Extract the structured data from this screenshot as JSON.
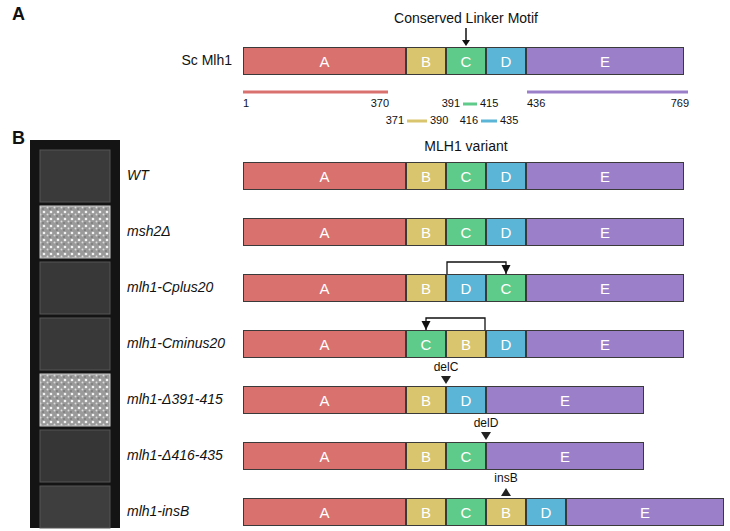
{
  "diagram": {
    "nodes": [
      {
        "text": [
          "A"
        ]
      },
      {
        "text": [
          "B"
        ]
      },
      {
        "text": [
          "C"
        ]
      },
      {
        "text": [
          "D"
        ]
      },
      {
        "text": [
          "E"
        ]
      },
      {
        "text": [
          "A"
        ]
      },
      {
        "text": [
          "B"
        ]
      },
      {
        "text": [
          "C"
        ]
      },
      {
        "text": [
          "D"
        ]
      },
      {
        "text": [
          "E"
        ]
      },
      {
        "text": [
          "A"
        ]
      },
      {
        "text": [
          "B"
        ]
      },
      {
        "text": [
          "C"
        ]
      },
      {
        "text": [
          "D"
        ]
      },
      {
        "text": [
          "E"
        ]
      },
      {
        "text": [
          "A"
        ]
      },
      {
        "text": [
          "B"
        ]
      },
      {
        "text": [
          "D"
        ]
      },
      {
        "text": [
          "C"
        ]
      },
      {
        "text": [
          "E"
        ]
      },
      {
        "text": [
          "A"
        ]
      },
      {
        "text": [
          "C"
        ]
      },
      {
        "text": [
          "B"
        ]
      },
      {
        "text": [
          "D"
        ]
      },
      {
        "text": [
          "E"
        ]
      },
      {
        "text": [
          "A"
        ]
      },
      {
        "text": [
          "B"
        ]
      },
      {
        "text": [
          "D"
        ]
      },
      {
        "text": [
          "E"
        ]
      },
      {
        "text": [
          "A"
        ]
      },
      {
        "text": [
          "B"
        ]
      },
      {
        "text": [
          "C"
        ]
      },
      {
        "text": [
          "E"
        ]
      },
      {
        "text": [
          "A"
        ]
      },
      {
        "text": [
          "B"
        ]
      },
      {
        "text": [
          "C"
        ]
      },
      {
        "text": [
          "B"
        ]
      },
      {
        "text": [
          "D"
        ]
      },
      {
        "text": [
          "E"
        ]
      }
    ],
    "edges": [
      {
        "from": 17,
        "to": 18,
        "arrow": "to"
      },
      {
        "from": 22,
        "to": 21,
        "arrow": "to"
      }
    ],
    "labels": [
      "A",
      "Conserved Linker Motif",
      "Sc Mlh1",
      "1",
      "370",
      "391",
      "415",
      "436",
      "769",
      "371",
      "390",
      "416",
      "435",
      "B",
      "MLH1 variant",
      "WT",
      "msh2Δ",
      "mlh1-Cplus20",
      "mlh1-Cminus20",
      "mlh1-Δ391-415",
      "mlh1-Δ416-435",
      "mlh1-insB",
      "delC",
      "delD",
      "insB"
    ]
  }
}
